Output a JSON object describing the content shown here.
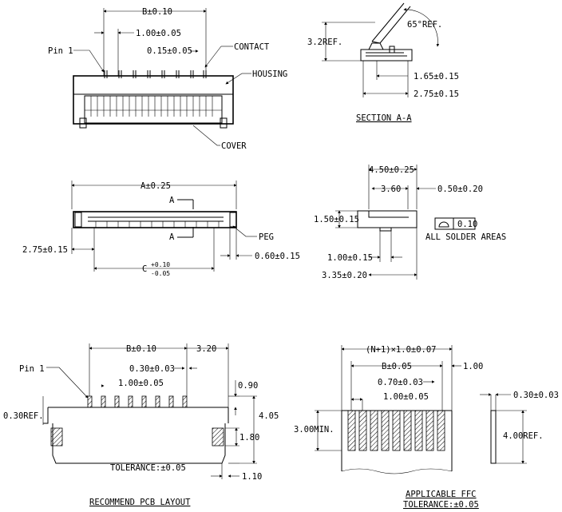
{
  "labels": {
    "b_010": "B±0.10",
    "p100_005_top": "1.00±0.05",
    "p015_005": "0.15±0.05",
    "pin1_top": "Pin 1",
    "contact": "CONTACT",
    "housing": "HOUSING",
    "cover": "COVER",
    "angle": "65°REF.",
    "ref32": "3.2REF.",
    "p165": "1.65±0.15",
    "p275_s": "2.75±0.15",
    "section_aa": "SECTION A-A",
    "a_025": "A±0.25",
    "a_top": "A",
    "a_bot": "A",
    "peg": "PEG",
    "p275_l": "2.75±0.15",
    "p060": "0.60±0.15",
    "c_tol": "C",
    "c_plus": "+0.10",
    "c_minus": "-0.05",
    "p450": "4.50±0.25",
    "p360": "3.60",
    "p050": "0.50±0.20",
    "p150": "1.50±0.15",
    "flat_val": "0.10",
    "all_solder": "ALL SOLDER AREAS",
    "p100_015": "1.00±0.15",
    "p335": "3.35±0.20",
    "b_010_pcb": "B±0.10",
    "p320": "3.20",
    "p030_003": "0.30±0.03",
    "p100_005_pcb": "1.00±0.05",
    "pin1_pcb": "Pin 1",
    "p030ref": "0.30REF.",
    "p090": "0.90",
    "p405": "4.05",
    "p180": "1.80",
    "tol_pcb": "TOLERANCE:±0.05",
    "p110": "1.10",
    "recommend": "RECOMMEND PCB LAYOUT",
    "n1": "(N+1)×1.0±0.07",
    "b_005": "B±0.05",
    "p100_ffc": "1.00",
    "p070": "0.70±0.03",
    "p100_005_ffc": "1.00±0.05",
    "p300min": "3.00MIN.",
    "p030_side": "0.30±0.03",
    "p400ref": "4.00REF.",
    "applicable": "APPLICABLE FFC",
    "tol_ffc": "TOLERANCE:±0.05"
  }
}
